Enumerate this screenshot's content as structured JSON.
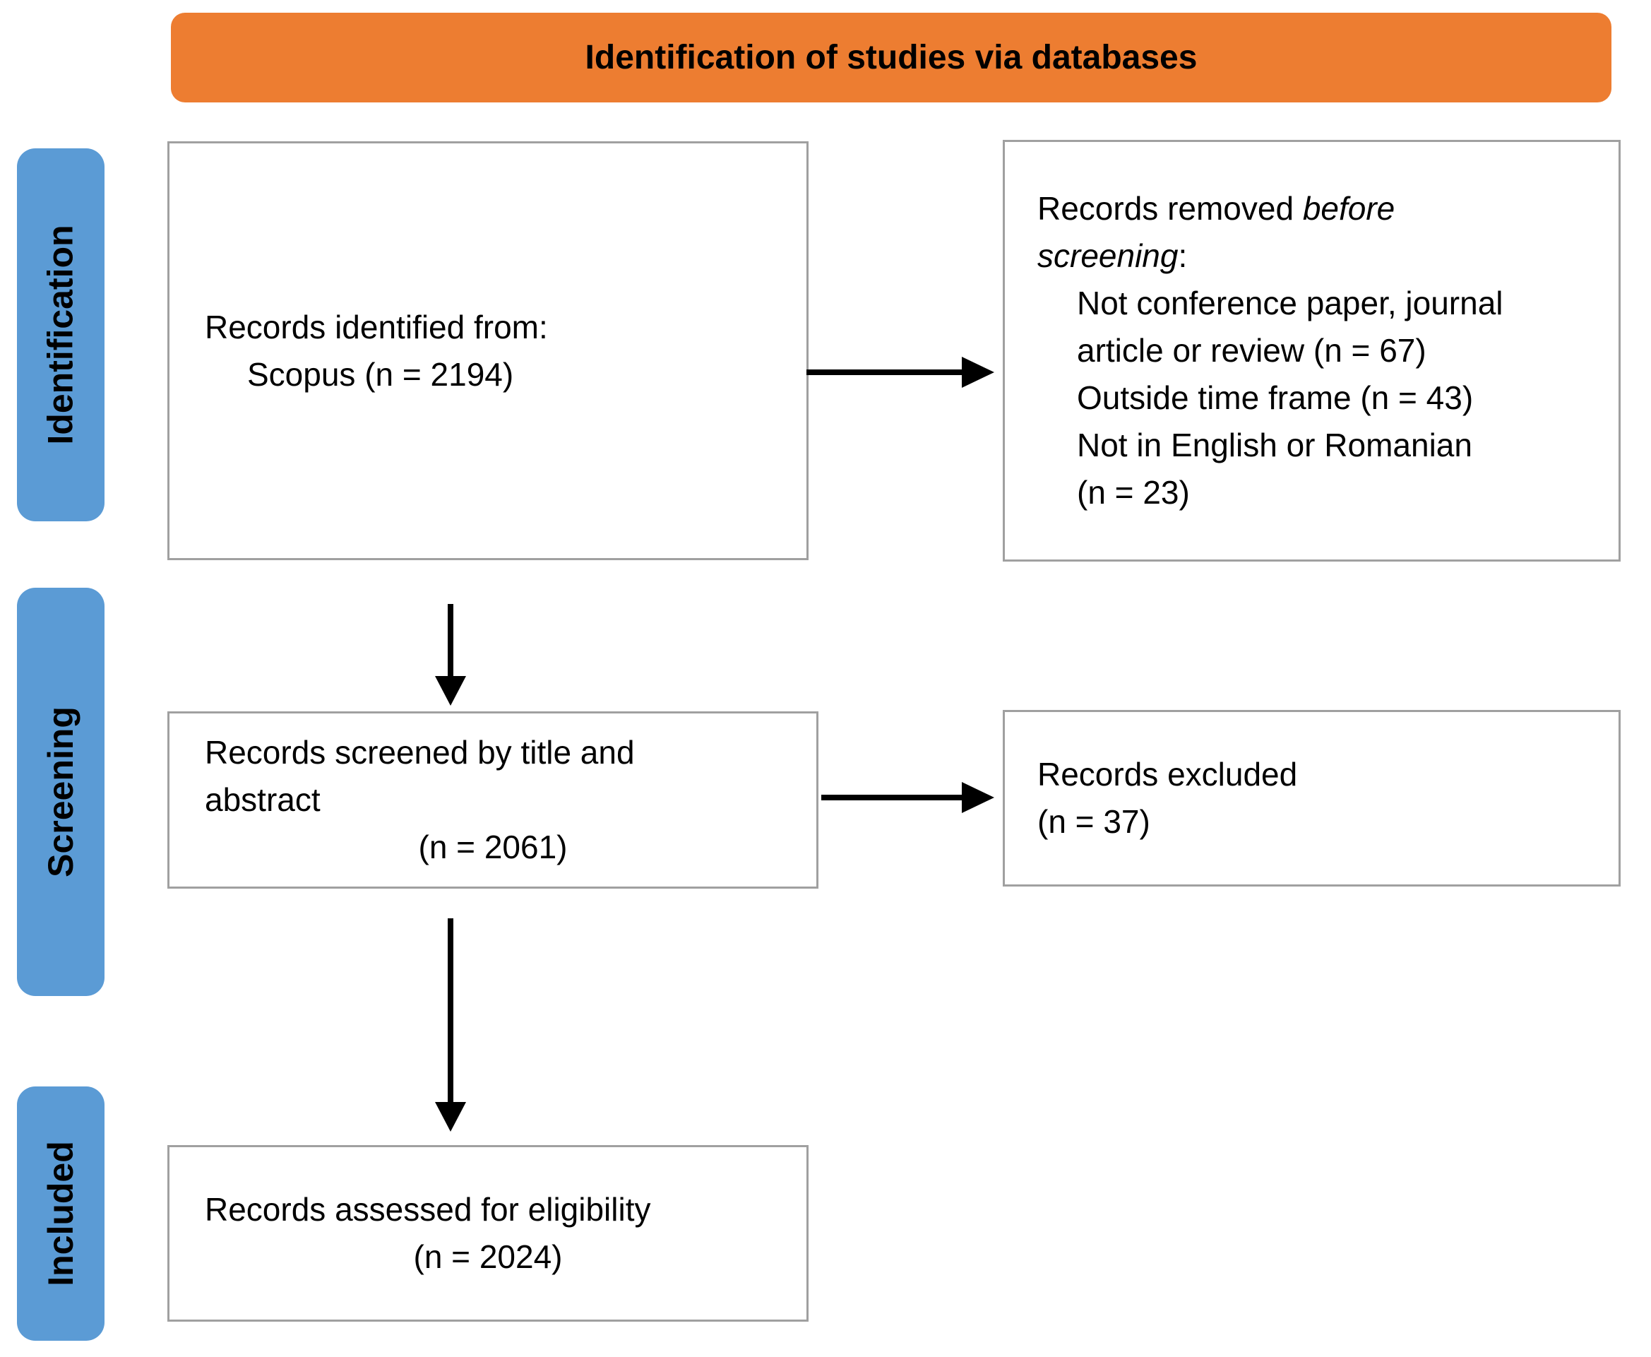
{
  "banner": {
    "title": "Identification of studies via databases"
  },
  "sidebar": {
    "stages": [
      {
        "label": "Identification"
      },
      {
        "label": "Screening"
      },
      {
        "label": "Included"
      }
    ]
  },
  "flow": {
    "identified": {
      "line1": "Records identified from:",
      "line2": "Scopus (n = 2194)"
    },
    "removed": {
      "heading_normal": "Records removed ",
      "heading_italic_line1": "before",
      "heading_italic_line2": "screening",
      "heading_colon": ":",
      "lines": [
        "Not conference paper, journal",
        "article or review (n = 67)",
        "Outside time frame (n = 43)",
        "Not in English or Romanian",
        "(n = 23)"
      ]
    },
    "screened": {
      "line1": "Records screened by title and",
      "line2": "abstract",
      "count": "(n = 2061)"
    },
    "excluded": {
      "line1": "Records excluded",
      "line2": "(n = 37)"
    },
    "assessed": {
      "line1": "Records assessed for eligibility",
      "count": "(n = 2024)"
    }
  },
  "colors": {
    "banner_bg": "#ED7D31",
    "stage_bg": "#5B9BD5",
    "box_border": "#A0A0A0",
    "arrow": "#000000"
  }
}
